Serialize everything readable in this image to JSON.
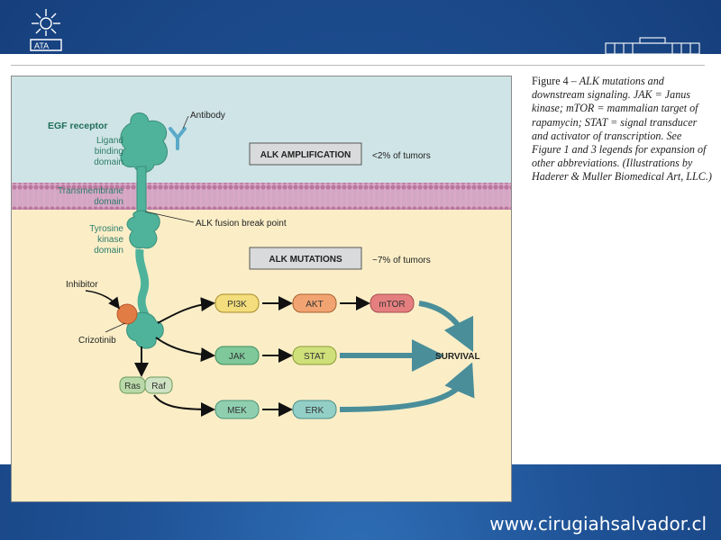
{
  "diagram": {
    "egf_receptor": "EGF receptor",
    "antibody": "Antibody",
    "ligand_binding": [
      "Ligand",
      "binding",
      "domain"
    ],
    "transmembrane": [
      "Transmembrane",
      "domain"
    ],
    "tyrosine_kinase": [
      "Tyrosine",
      "kinase",
      "domain"
    ],
    "alk_fusion": "ALK fusion break point",
    "alk_amplification": "ALK AMPLIFICATION",
    "amplification_pct": "<2% of tumors",
    "alk_mutations": "ALK MUTATIONS",
    "mutations_pct": "~7% of tumors",
    "inhibitor": "Inhibitor",
    "crizotinib": "Crizotinib",
    "survival": "SURVIVAL",
    "nodes": {
      "pi3k": "PI3K",
      "akt": "AKT",
      "mtor": "mTOR",
      "jak": "JAK",
      "stat": "STAT",
      "ras": "Ras",
      "raf": "Raf",
      "mek": "MEK",
      "erk": "ERK"
    }
  },
  "caption": {
    "lead": "Figure 4 – ",
    "body": "ALK mutations and downstream signaling. JAK = Janus kinase; mTOR = mammalian target of rapamycin; STAT = signal transducer and activator of transcription. See Figure 1 and 3 legends for expansion of other abbreviations. (Illustrations by Haderer & Muller Biomedical Art, LLC.)"
  },
  "footer_url": "www.cirugiahsalvador.cl",
  "colors": {
    "background": "#1f5296",
    "receptor": "#4fb39b",
    "top_panel": "#cfe4e6",
    "bottom_panel": "#fbeec7",
    "membrane": "#c48ab1",
    "arrow_teal": "#4a8e9a",
    "pi3k": "#f3dd7c",
    "akt": "#f1a472",
    "mtor": "#e57f7f",
    "jak": "#7ec89a",
    "stat": "#cfe07a",
    "ras_raf": "#b9d9a8",
    "mek": "#8fcfb0",
    "erk": "#93cfc7",
    "crizotinib": "#e27c45"
  },
  "icons": [
    "sun-emblem-logo",
    "building-logo"
  ]
}
